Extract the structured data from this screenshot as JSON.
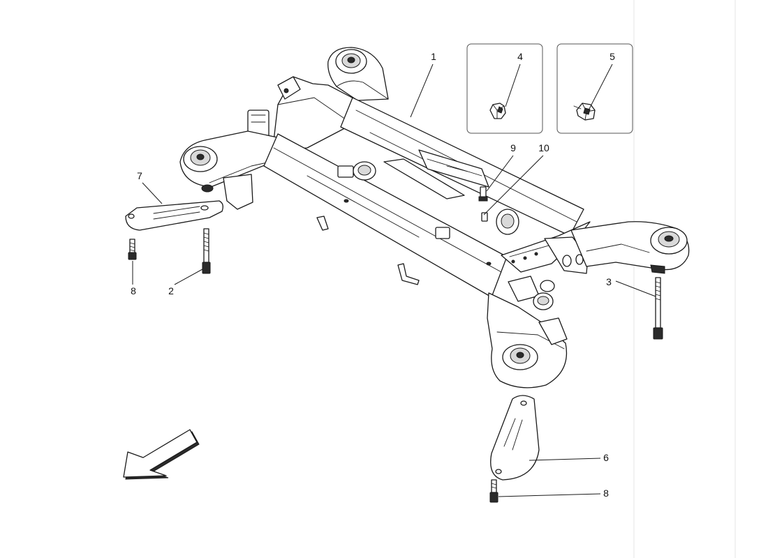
{
  "diagram": {
    "callouts": [
      {
        "id": "1",
        "label": "1"
      },
      {
        "id": "2",
        "label": "2"
      },
      {
        "id": "3",
        "label": "3"
      },
      {
        "id": "4",
        "label": "4"
      },
      {
        "id": "5",
        "label": "5"
      },
      {
        "id": "6",
        "label": "6"
      },
      {
        "id": "7",
        "label": "7"
      },
      {
        "id": "8a",
        "label": "8"
      },
      {
        "id": "8b",
        "label": "8"
      },
      {
        "id": "9",
        "label": "9"
      },
      {
        "id": "10",
        "label": "10"
      }
    ],
    "orientation_arrow": {
      "icon": "direction-arrow-icon"
    },
    "colors": {
      "ink": "#1a1a1a",
      "background": "#ffffff",
      "inset_border": "#555555"
    }
  }
}
